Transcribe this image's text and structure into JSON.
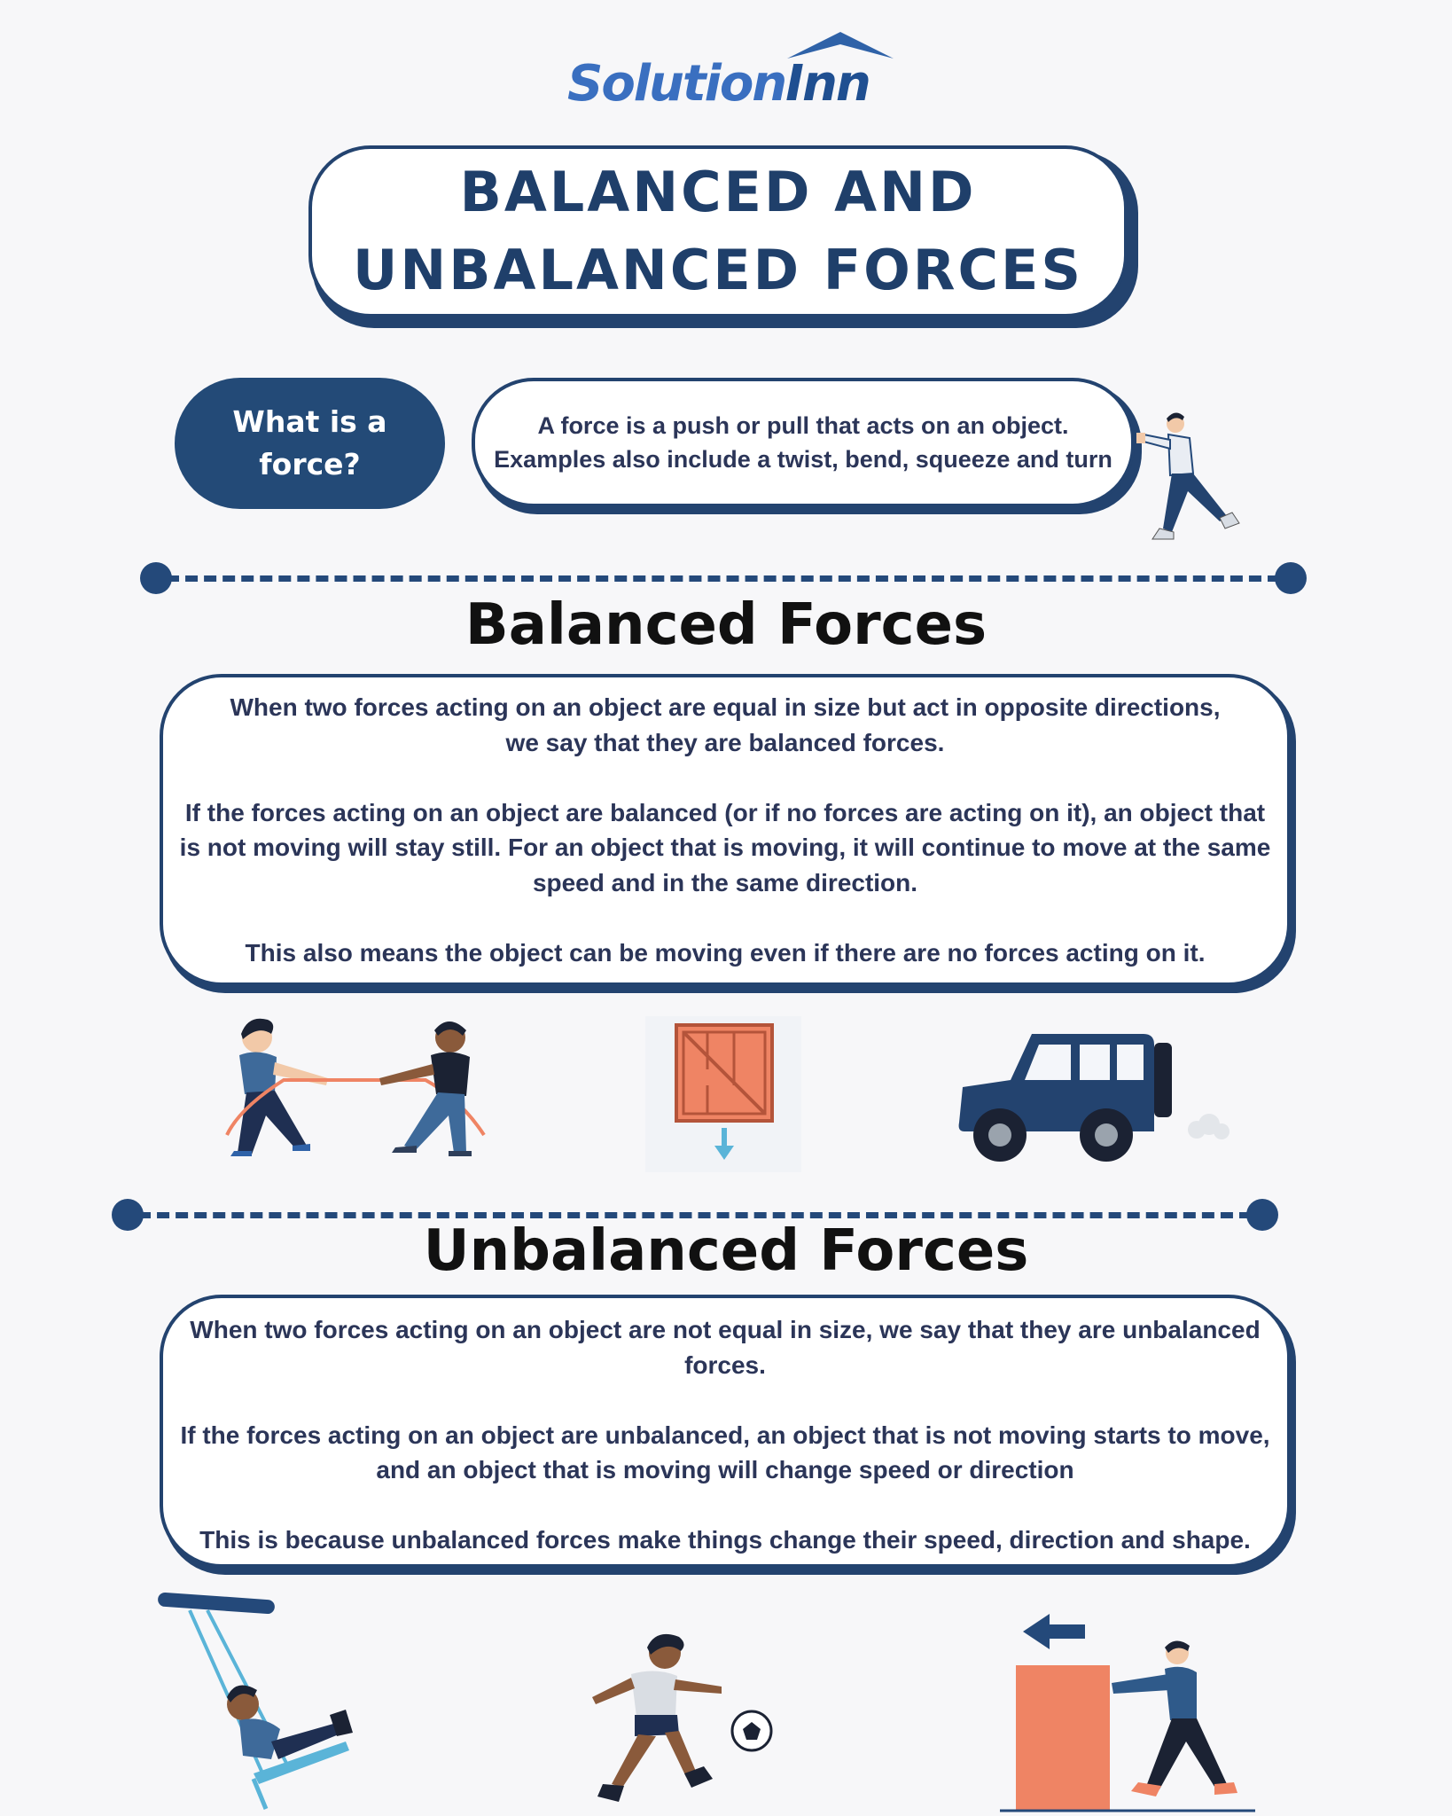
{
  "brand": {
    "name_part1": "Solution",
    "name_part2": "Inn"
  },
  "title": {
    "line1": "BALANCED AND",
    "line2": "UNBALANCED FORCES"
  },
  "force_question": {
    "question_line1": "What is a",
    "question_line2": "force?",
    "answer_line1": "A force is a push or pull that acts on an object.",
    "answer_line2": "Examples also include a twist, bend, squeeze and turn"
  },
  "balanced": {
    "heading": "Balanced Forces",
    "para1_line1": "When two forces acting on an object are equal in size but act in opposite directions,",
    "para1_line2": "we say that they are balanced forces.",
    "para2_line1": "If the forces acting on an object are balanced (or if no forces are acting on it), an object that",
    "para2_line2": "is not moving will stay still. For an object that is moving, it will continue to move at the same",
    "para2_line3": "speed and in the same direction.",
    "para3_line1": "This also means the object can be moving even if there are no forces acting on it."
  },
  "unbalanced": {
    "heading": "Unbalanced Forces",
    "para1_line1": "When two forces acting on an object are not equal in size, we say that they are unbalanced",
    "para1_line2": "forces.",
    "para2_line1": "If the forces acting on an object are unbalanced, an object that is not moving starts to move,",
    "para2_line2": "and an object that is moving will change speed or direction",
    "para3_line1": "This is because unbalanced forces make things change their speed, direction and shape."
  },
  "colors": {
    "navy": "#23436f",
    "orange": "#ef8464",
    "light_blue": "#5ab4d8",
    "background": "#f7f7f9"
  },
  "icons": [
    "roof-icon",
    "pushing-man-icon",
    "tug-of-war-icon",
    "falling-crate-icon",
    "jeep-icon",
    "swing-child-icon",
    "football-player-icon",
    "box-pushing-man-icon"
  ]
}
